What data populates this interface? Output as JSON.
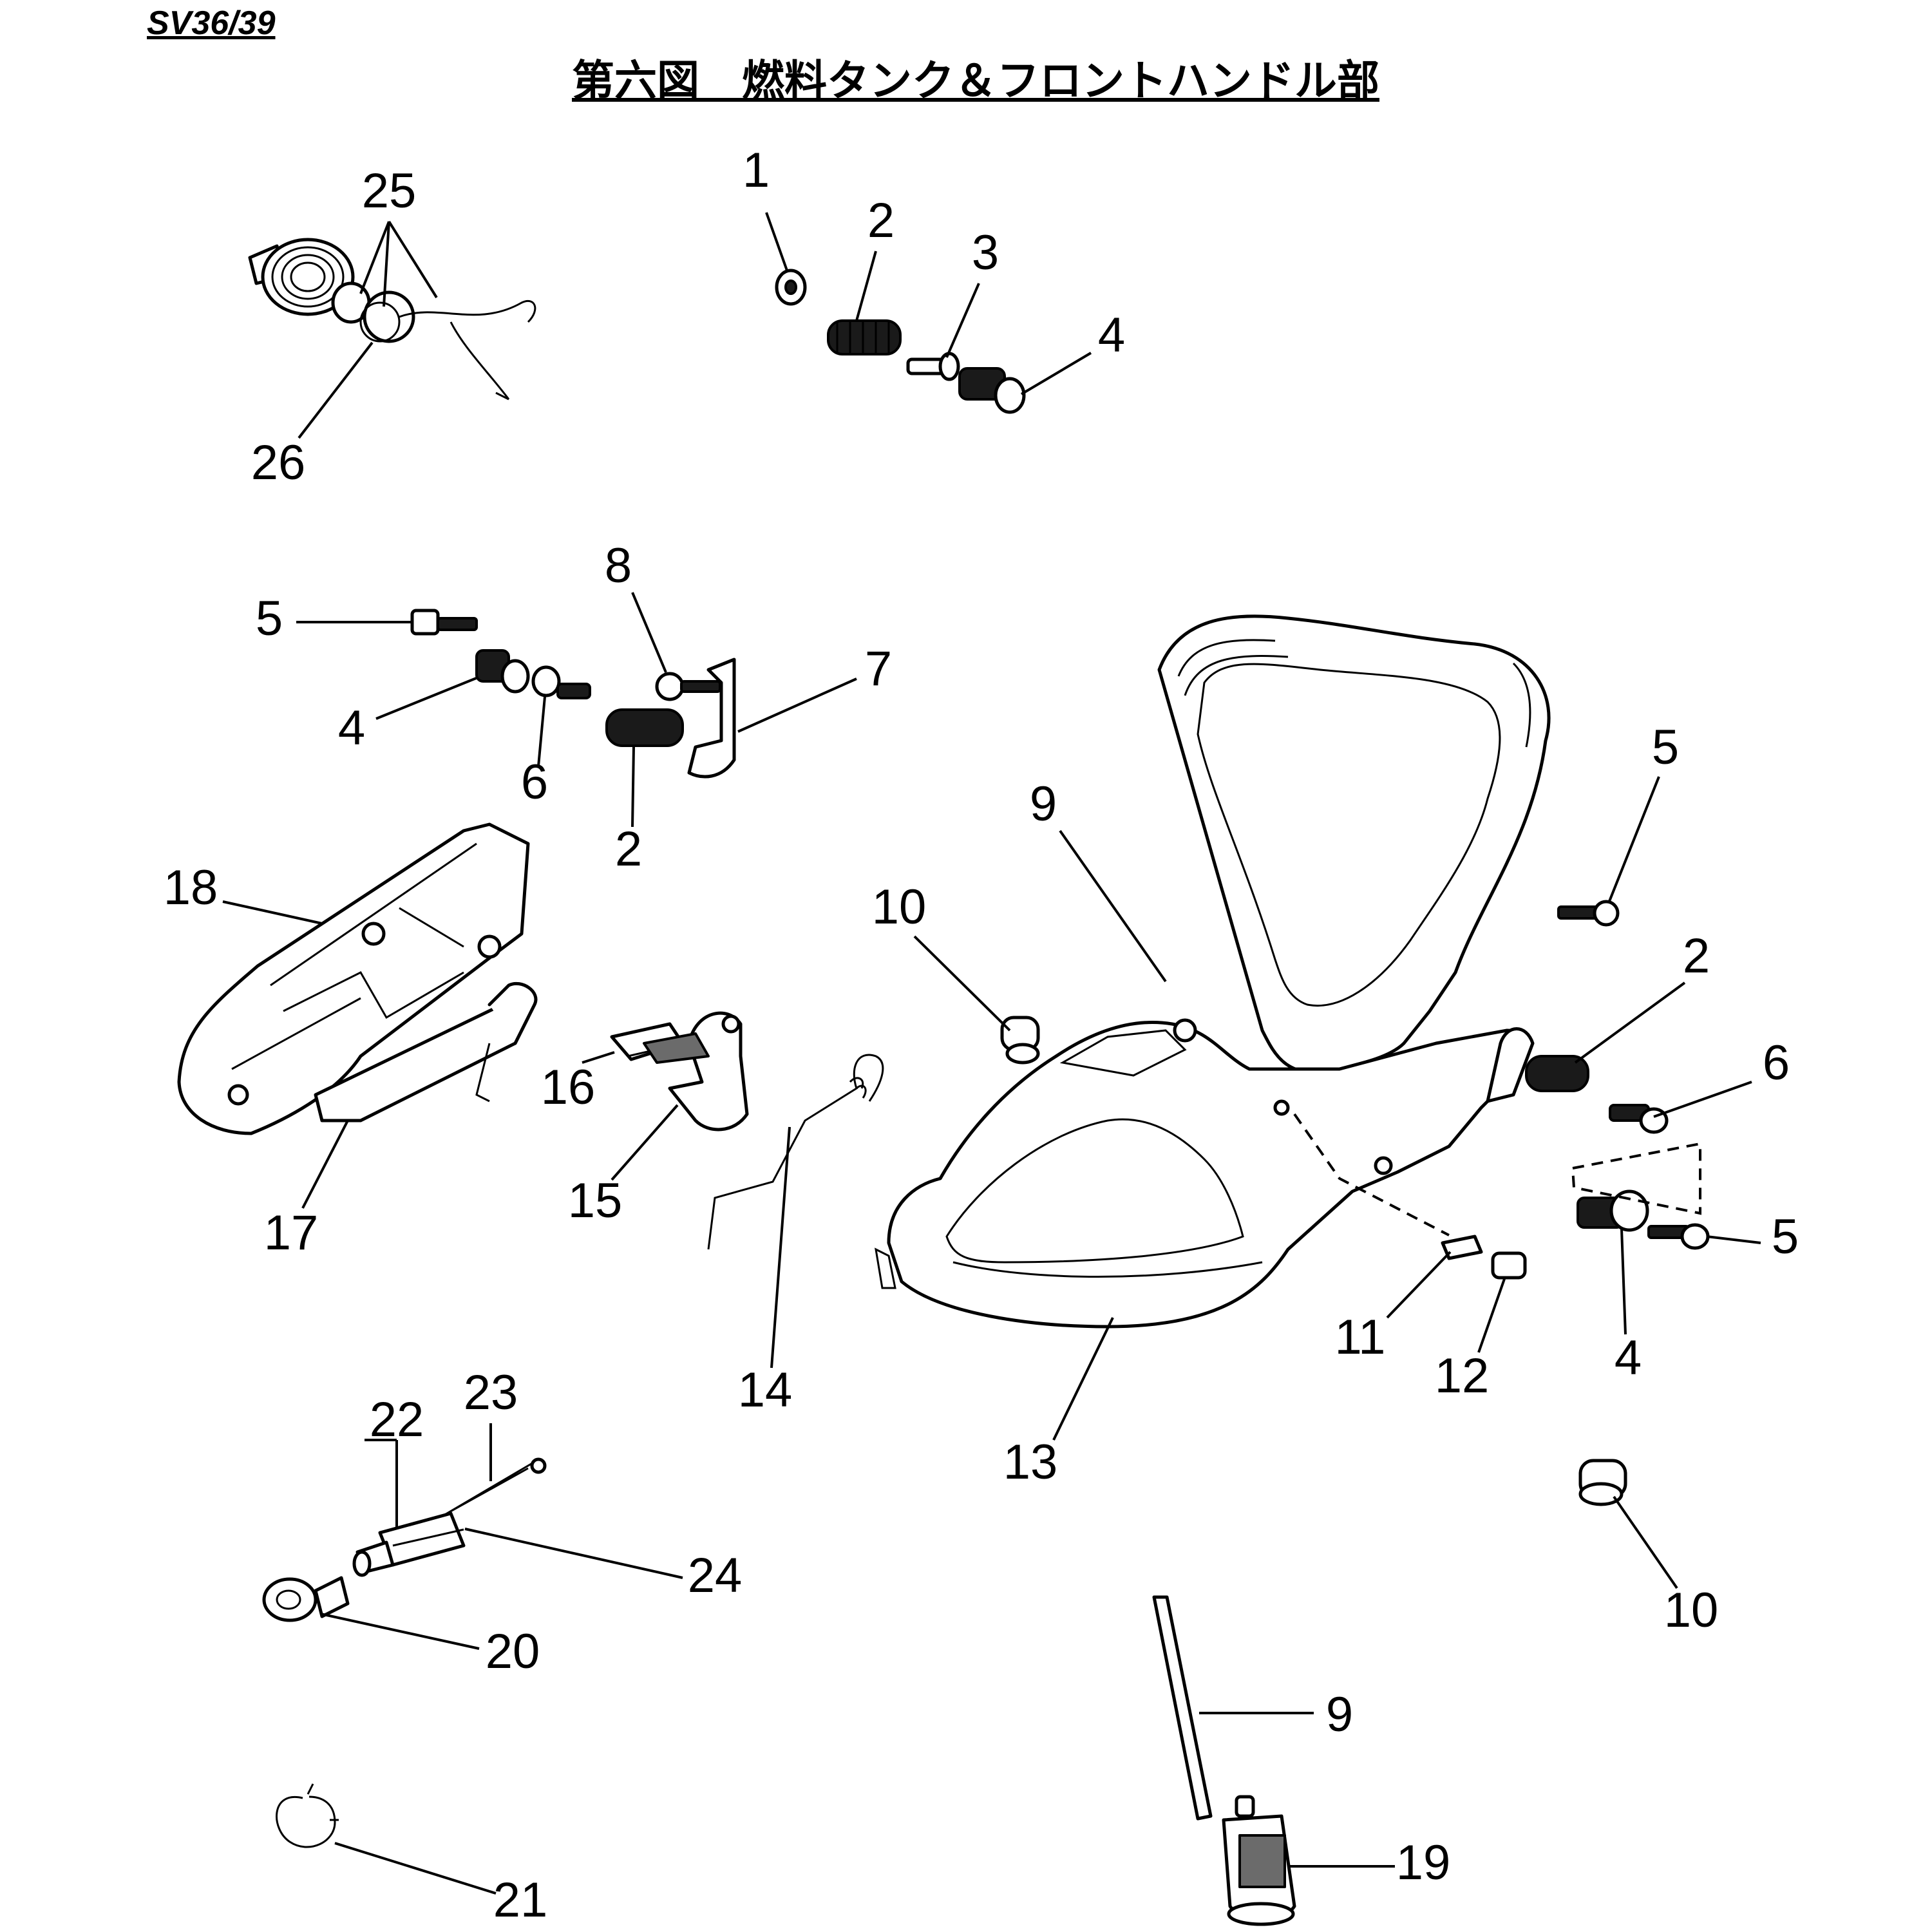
{
  "model": "SV36/39",
  "title": "第六図　燃料タンク＆フロントハンドル部",
  "callouts": [
    {
      "id": "c1",
      "text": "1"
    },
    {
      "id": "c2a",
      "text": "2"
    },
    {
      "id": "c3",
      "text": "3"
    },
    {
      "id": "c4a",
      "text": "4"
    },
    {
      "id": "c25",
      "text": "25"
    },
    {
      "id": "c26",
      "text": "26"
    },
    {
      "id": "c5a",
      "text": "5"
    },
    {
      "id": "c4b",
      "text": "4"
    },
    {
      "id": "c6a",
      "text": "6"
    },
    {
      "id": "c2b",
      "text": "2"
    },
    {
      "id": "c8",
      "text": "8"
    },
    {
      "id": "c7",
      "text": "7"
    },
    {
      "id": "c18",
      "text": "18"
    },
    {
      "id": "c17",
      "text": "17"
    },
    {
      "id": "c16",
      "text": "16"
    },
    {
      "id": "c15",
      "text": "15"
    },
    {
      "id": "c14",
      "text": "14"
    },
    {
      "id": "c10a",
      "text": "10"
    },
    {
      "id": "c9a",
      "text": "9"
    },
    {
      "id": "c13",
      "text": "13"
    },
    {
      "id": "c5b",
      "text": "5"
    },
    {
      "id": "c2c",
      "text": "2"
    },
    {
      "id": "c6b",
      "text": "6"
    },
    {
      "id": "c5c",
      "text": "5"
    },
    {
      "id": "c4c",
      "text": "4"
    },
    {
      "id": "c11",
      "text": "11"
    },
    {
      "id": "c12",
      "text": "12"
    },
    {
      "id": "c10b",
      "text": "10"
    },
    {
      "id": "c22",
      "text": "22"
    },
    {
      "id": "c23",
      "text": "23"
    },
    {
      "id": "c24",
      "text": "24"
    },
    {
      "id": "c20",
      "text": "20"
    },
    {
      "id": "c21",
      "text": "21"
    },
    {
      "id": "c9b",
      "text": "9"
    },
    {
      "id": "c19",
      "text": "19"
    }
  ]
}
